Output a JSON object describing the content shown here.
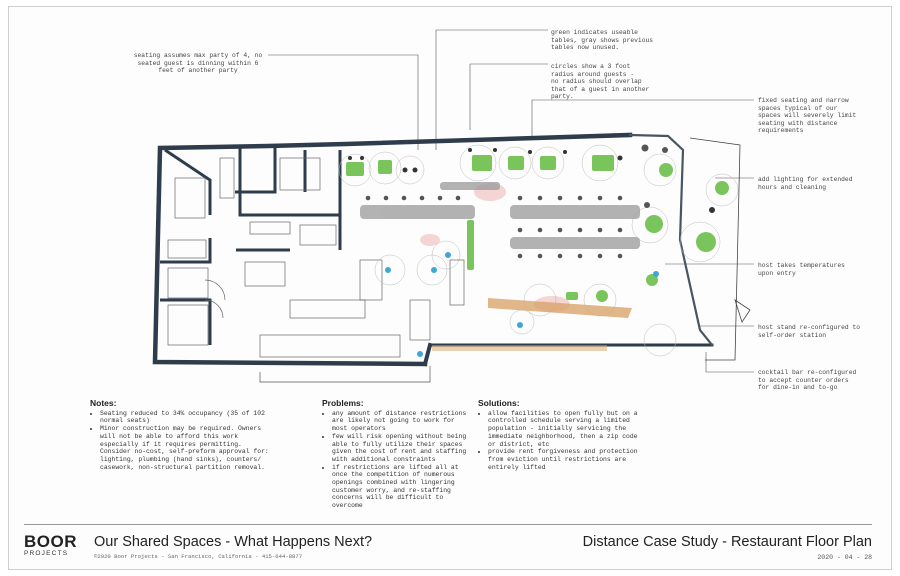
{
  "annotations": {
    "seating_max": "seating assumes max party of 4, no\nseated guest is dinning within 6\nfeet of another party",
    "green_gray": "green indicates useable\ntables, gray shows previous\ntables now unused.",
    "circles": "circles show a 3 foot\nradius around guests -\nno radius should overlap\nthat of a guest in another\nparty.",
    "fixed_seating": "fixed seating and narrow\nspaces typical of our\nspaces will severely limit\nseating with distance\nrequirements",
    "lighting": "add lighting for extended\nhours and cleaning",
    "host_temp": "host takes temperatures\nupon entry",
    "host_stand": "host stand re-configured to\nself-order station",
    "cocktail_bar": "cocktail bar re-configured\nto accept counter orders\nfor dine-in and to-go"
  },
  "notes": {
    "heading": "Notes:",
    "items": [
      "Seating reduced to 34% occupancy (35 of 102 normal seats)",
      "Minor construction may be required. Owners will not be able to afford this work especially if it requires permitting. Consider no-cost, self-preform approval for: lighting, plumbing (hand sinks), counters/ casework, non-structural partition removal."
    ]
  },
  "problems": {
    "heading": "Problems:",
    "items": [
      "any amount of distance restrictions are likely not going to work for most operators",
      "few will risk opening without being able to fully utilize their spaces given the cost of rent and staffing with additional constraints",
      "if restrictions are lifted all at once the competition of numerous openings combined with lingering customer worry, and re-staffing concerns will be difficult to overcome"
    ]
  },
  "solutions": {
    "heading": "Solutions:",
    "items": [
      "allow facilities to open fully but on a controlled schedule serving a limited population - initially servicing the immediate neighborhood, then a zip code or district, etc",
      "provide rent forgiveness and protection from eviction until restrictions are entirely lifted"
    ]
  },
  "footer": {
    "logo_main": "BOOR",
    "logo_sub": "PROJECTS",
    "title": "Our Shared Spaces - What Happens Next?",
    "subline": "©2020 Boor Projects - San Francisco, California - 415-644-8877",
    "sheet_title": "Distance Case Study - Restaurant Floor Plan",
    "date": "2020 - 04 - 28"
  },
  "colors": {
    "wall": "#2f3c4c",
    "green_table": "#6cc04a",
    "gray_table": "#9a9a9a",
    "red_zone": "#e88a8a",
    "bar_wood": "#d9a46a",
    "guest_blue": "#3fa7d6"
  }
}
